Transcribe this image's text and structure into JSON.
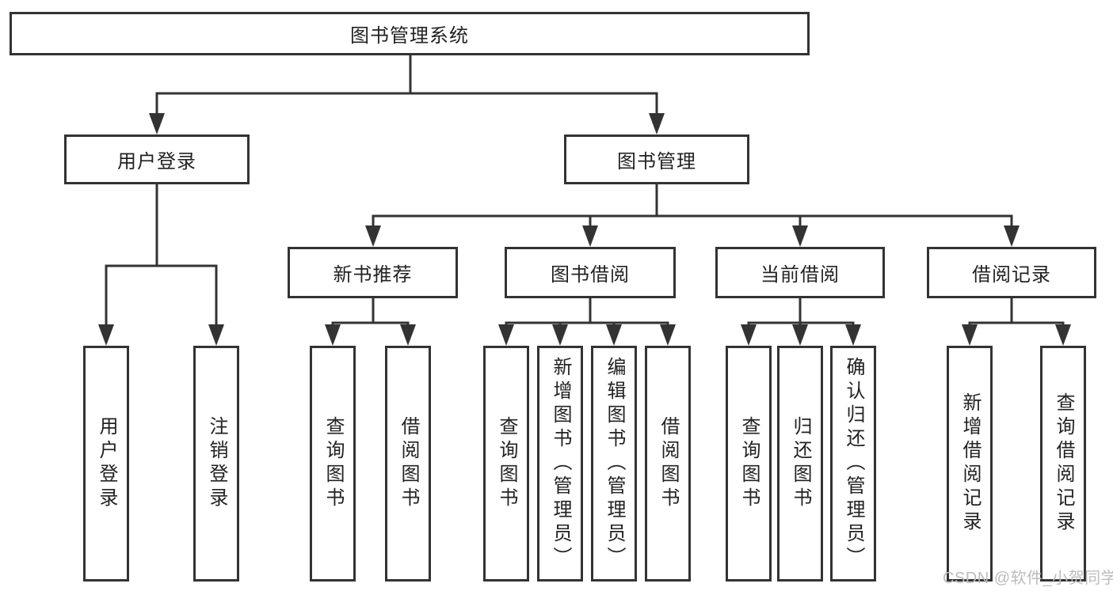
{
  "title": "图书管理系统",
  "watermark": "CSDN @软件_小贺同学",
  "nodes": {
    "user_login": "用户登录",
    "book_management": "图书管理",
    "new_book_recommend": "新书推荐",
    "book_borrow": "图书借阅",
    "current_borrow": "当前借阅",
    "borrow_record": "借阅记录"
  },
  "leaves": {
    "user_login": [
      "用户登录",
      "注销登录"
    ],
    "new_book_recommend": [
      "查询图书",
      "借阅图书"
    ],
    "book_borrow": [
      "查询图书",
      "新增图书（管理员）",
      "编辑图书（管理员）",
      "借阅图书"
    ],
    "current_borrow": [
      "查询图书",
      "归还图书",
      "确认归还（管理员）"
    ],
    "borrow_record": [
      "新增借阅记录",
      "查询借阅记录"
    ]
  },
  "colors": {
    "line": "#333333",
    "text": "#222222",
    "watermark": "#bcbcbc",
    "background": "#ffffff"
  }
}
